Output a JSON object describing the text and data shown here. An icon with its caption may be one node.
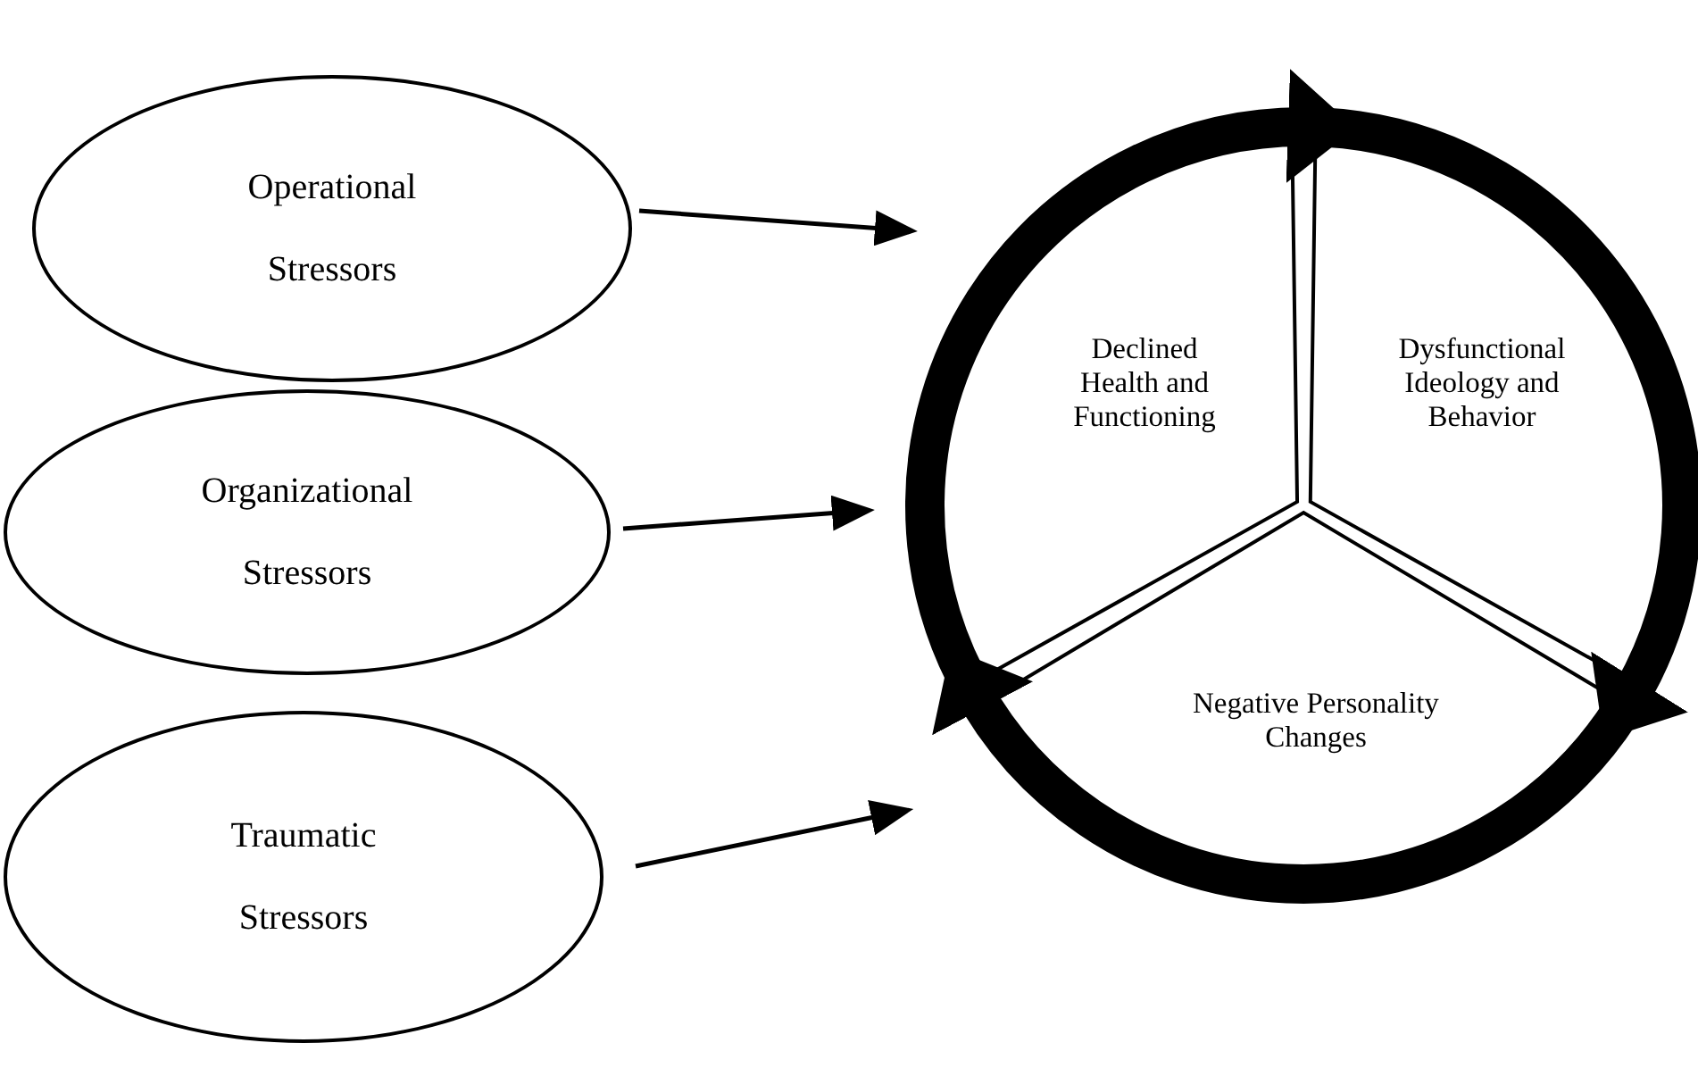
{
  "diagram": {
    "nodes": [
      {
        "text": [
          "Operational Stressors"
        ]
      },
      {
        "text": [
          "Organizational Stressors"
        ]
      },
      {
        "text": [
          "Traumatic Stressors"
        ]
      },
      {
        "text": [
          "Declined Health and Functioning"
        ]
      },
      {
        "text": [
          "Dysfunctional Ideology and Behavior"
        ]
      },
      {
        "text": [
          "Negative Personality Changes"
        ]
      }
    ],
    "edges": [
      {
        "from": 0,
        "to": null,
        "arrow": "to"
      },
      {
        "from": 1,
        "to": null,
        "arrow": "to"
      },
      {
        "from": 2,
        "to": null,
        "arrow": "to"
      },
      {
        "from": 3,
        "to": 4,
        "arrow": "to",
        "style": "thick"
      },
      {
        "from": 4,
        "to": 5,
        "arrow": "to",
        "style": "thick"
      },
      {
        "from": 5,
        "to": 3,
        "arrow": "to",
        "style": "thick"
      }
    ]
  }
}
